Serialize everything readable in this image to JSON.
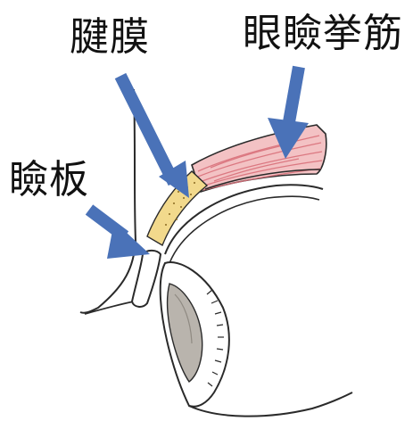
{
  "labels": {
    "aponeurosis": "腱膜",
    "levator": "眼瞼挙筋",
    "tarsus": "瞼板"
  },
  "colors": {
    "arrow": "#4a72b8",
    "outline": "#2a2a2a",
    "muscle": "#e89a9e",
    "aponeurosis": "#f2d98c",
    "eyeball_shade": "#b9b4ad"
  }
}
